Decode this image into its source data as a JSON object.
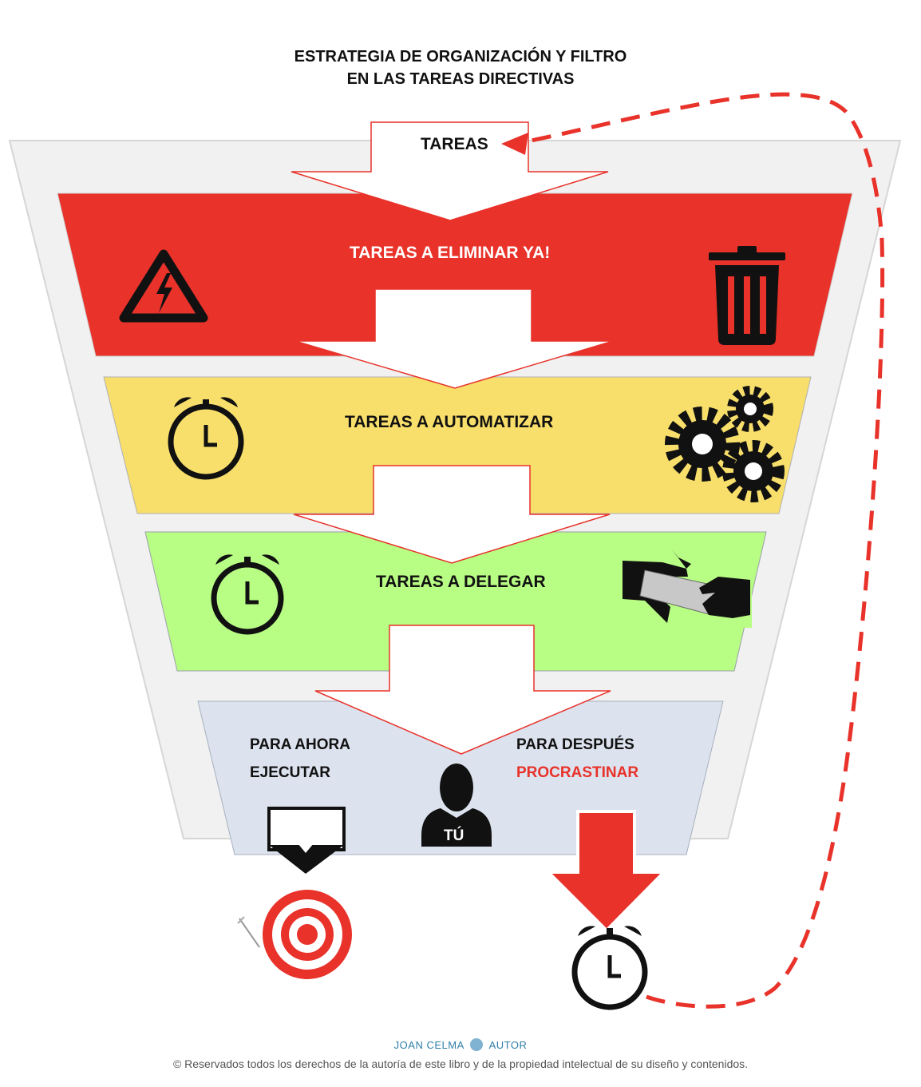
{
  "title": {
    "line1": "ESTRATEGIA DE ORGANIZACIÓN Y FILTRO",
    "line2": "EN  LAS TAREAS DIRECTIVAS"
  },
  "input_label": "TAREAS",
  "levels": [
    {
      "label": "TAREAS A ELIMINAR YA!",
      "color": "#e8322a",
      "icons": [
        "warning-icon",
        "trash-icon"
      ]
    },
    {
      "label": "TAREAS A AUTOMATIZAR",
      "color": "#f8df6b",
      "icons": [
        "alarm-clock-icon",
        "gears-icon"
      ]
    },
    {
      "label": "TAREAS A DELEGAR",
      "color": "#b8fd84",
      "icons": [
        "alarm-clock-icon",
        "handoff-icon"
      ]
    }
  ],
  "bottom": {
    "color": "#dce3ee",
    "left_line1": "PARA AHORA",
    "left_line2": "EJECUTAR",
    "right_line1": "PARA DESPUÉS",
    "right_line2": "PROCRASTINAR",
    "right_line2_color": "#e8322a",
    "person_label": "TÚ"
  },
  "footer": {
    "brand_left": "JOAN CELMA",
    "brand_right": "AUTOR",
    "copyright": "© Reservados todos los derechos de la autoría de este libro y de la propiedad intelectual de su diseño y contenidos."
  }
}
